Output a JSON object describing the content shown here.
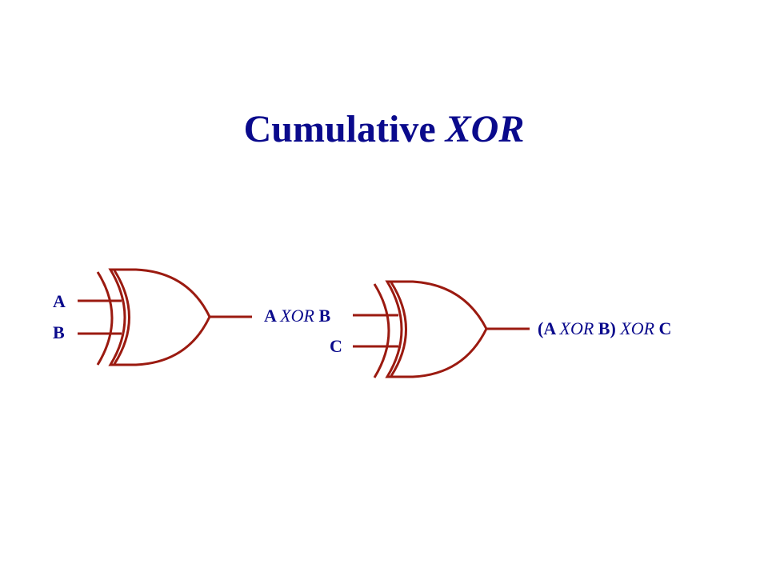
{
  "slide": {
    "title_main": "Cumulative",
    "title_italic": "XOR"
  },
  "colors": {
    "title": "#0a0a8c",
    "label": "#0a0a8c",
    "gate": "#9b1a10",
    "background": "#ffffff"
  },
  "gate1": {
    "input_a": "A",
    "input_b": "B",
    "output_left": "A ",
    "output_italic": "XOR",
    "output_right": " B"
  },
  "gate2": {
    "input_c": "C",
    "output_part1": "(A ",
    "output_italic1": "XOR",
    "output_part2": " B) ",
    "output_italic2": "XOR",
    "output_part3": " C"
  }
}
